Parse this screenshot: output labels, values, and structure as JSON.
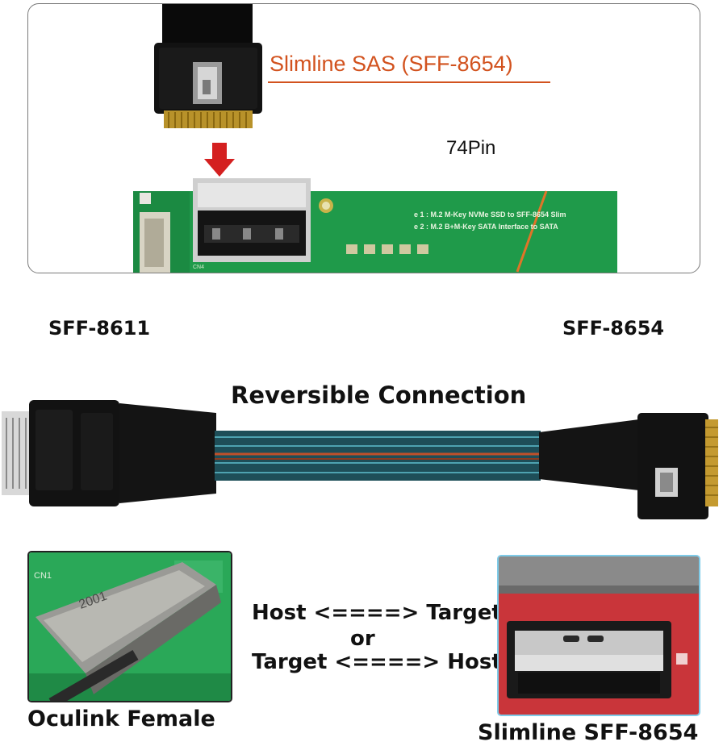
{
  "top_panel": {
    "connector_label": "Slimline SAS (SFF-8654)",
    "pin_label": "74Pin",
    "board_text_line1": "e 1 : M.2 M-Key NVMe SSD to SFF-8654 Slim",
    "board_text_line2": "e 2 : M.2 B+M-Key SATA Interface to SATA",
    "board_cn4": "CN4"
  },
  "cable": {
    "left_end_label": "SFF-8611",
    "right_end_label": "SFF-8654",
    "title": "Reversible Connection"
  },
  "bottom": {
    "left_photo_caption": "Oculink Female",
    "left_photo_chip_text": "2001",
    "left_photo_board_text": "CN1",
    "right_photo_caption": "Slimline SFF-8654",
    "direction_line1": "Host <====> Target",
    "direction_or": "or",
    "direction_line2": "Target <====> Host"
  },
  "colors": {
    "accent_orange": "#d2521e",
    "pcb_green": "#1f9a4a",
    "arrow_red": "#d42020",
    "cable_teal": "#2a7b88",
    "slim_frame_blue": "#7ecbe8"
  },
  "icons": [
    "down-arrow-icon"
  ]
}
